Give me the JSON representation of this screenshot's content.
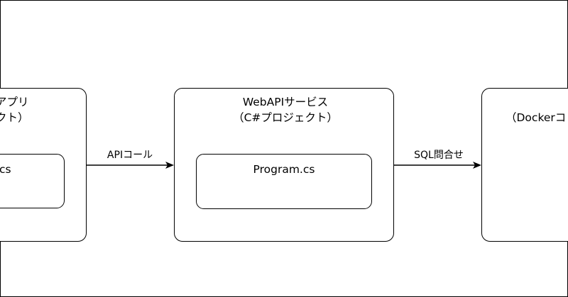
{
  "left_box": {
    "title_line1": "アプリ",
    "title_line2": "クト）",
    "inner_label": "cs"
  },
  "middle_box": {
    "title_line1": "WebAPIサービス",
    "title_line2": "（C#プロジェクト）",
    "inner_label": "Program.cs"
  },
  "right_box": {
    "title_line1": "（Dockerコ"
  },
  "edges": {
    "api_call": "APIコール",
    "sql_query": "SQL問合せ"
  }
}
